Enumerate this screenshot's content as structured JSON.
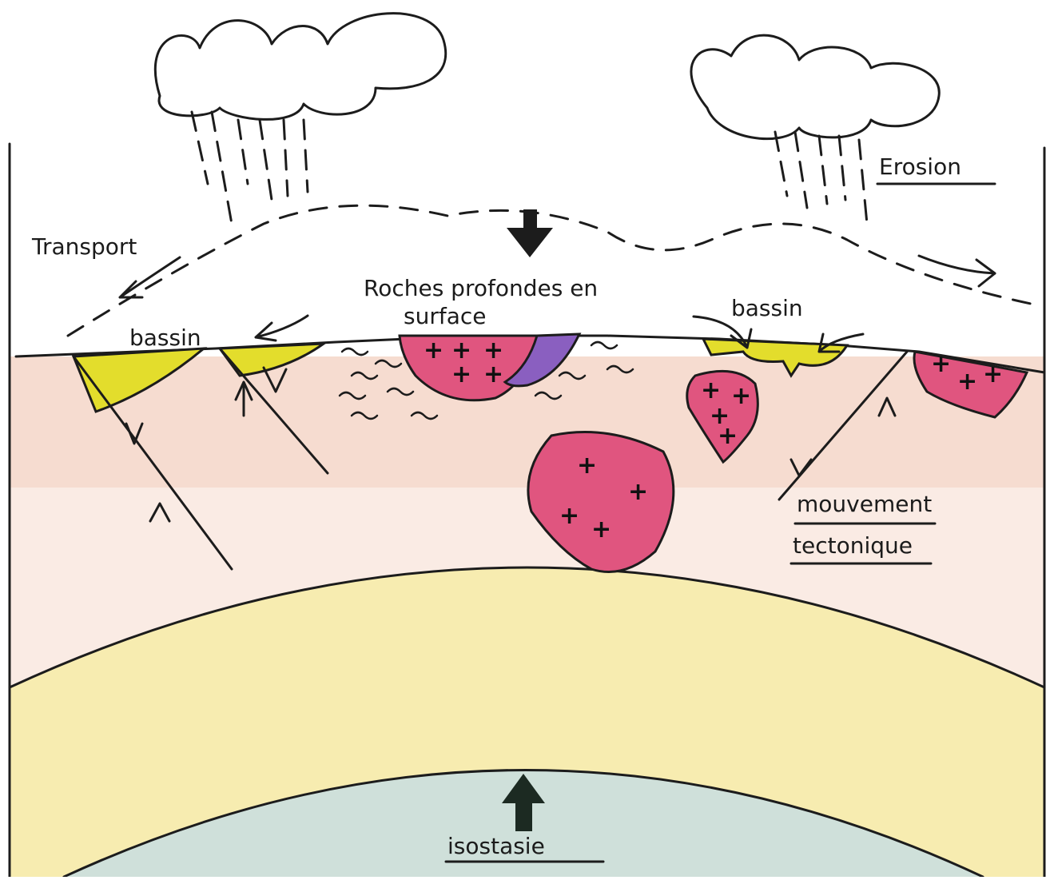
{
  "labels": {
    "erosion": "Erosion",
    "transport": "Transport",
    "roches_line1": "Roches profondes en",
    "roches_line2": "surface",
    "bassin_left": "bassin",
    "bassin_right": "bassin",
    "mouvement_line1": "mouvement",
    "mouvement_line2": "tectonique",
    "isostasie": "isostasie"
  },
  "colors": {
    "crust": "#f6dcd0",
    "mantle_upper": "#f7ecb0",
    "mantle_deep": "#cfe0da",
    "basin_fill": "#e3dd2c",
    "pluton": "#e0557f",
    "pluton_violet": "#8a5fc0",
    "ink": "#1c1c1c"
  }
}
